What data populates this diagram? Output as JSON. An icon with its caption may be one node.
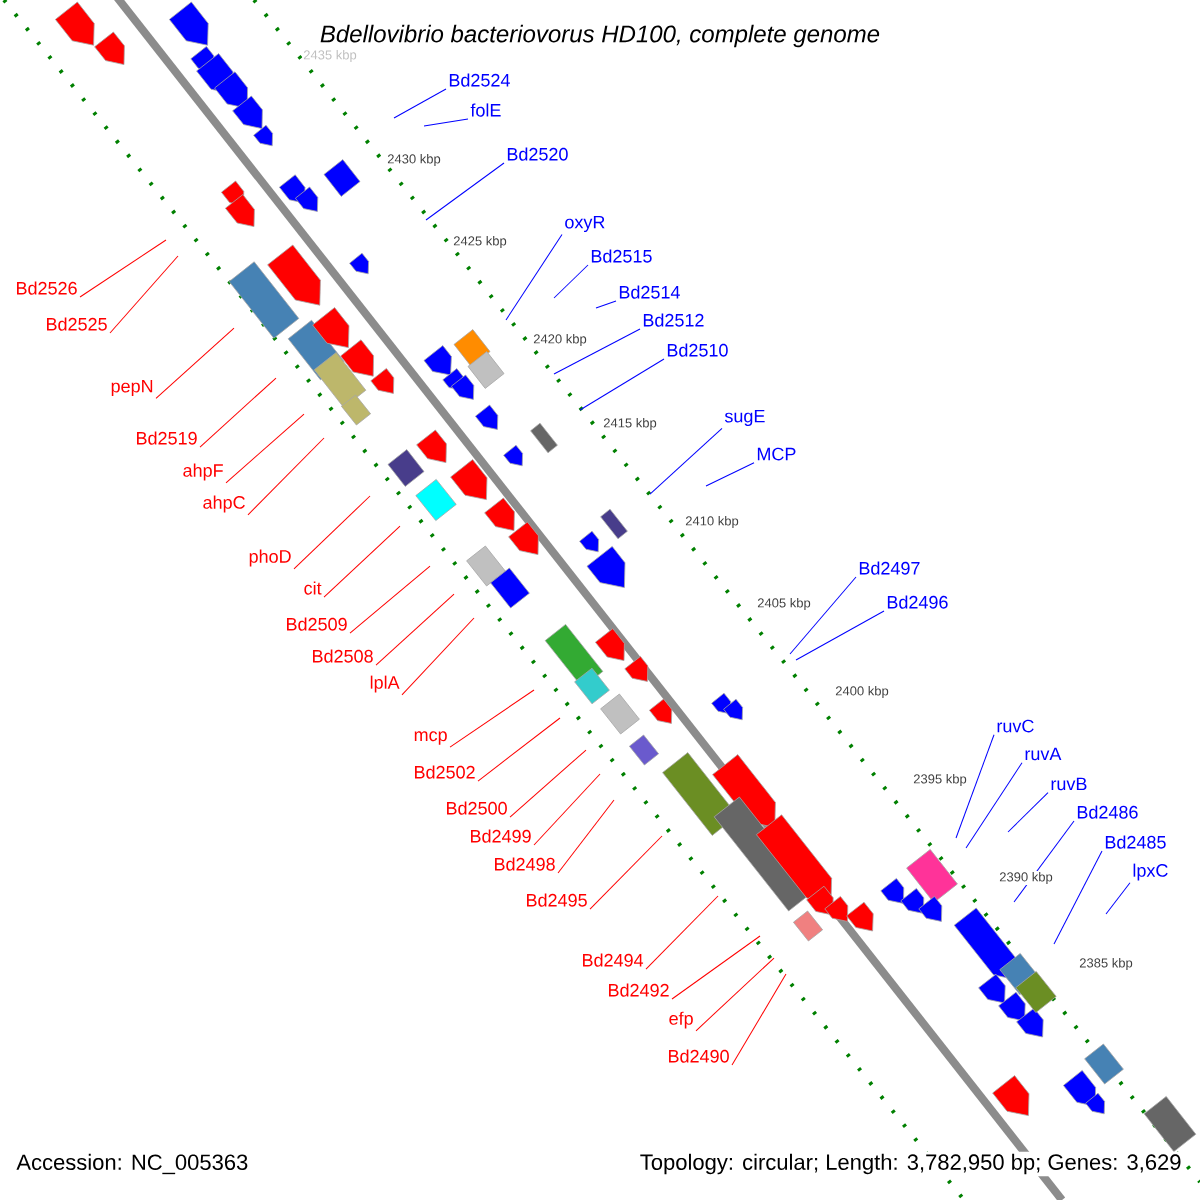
{
  "diagram": {
    "title": "Bdellovibrio bacteriovorus HD100, complete genome",
    "nodes": [
      {
        "text": [
          "Bd2524"
        ]
      },
      {
        "text": [
          "folE"
        ]
      },
      {
        "text": [
          "Bd2520"
        ]
      },
      {
        "text": [
          "oxyR"
        ]
      },
      {
        "text": [
          "Bd2515"
        ]
      },
      {
        "text": [
          "Bd2526"
        ]
      },
      {
        "text": [
          "Bd2514"
        ]
      },
      {
        "text": [
          "Bd2512"
        ]
      },
      {
        "text": [
          "Bd2525"
        ]
      },
      {
        "text": [
          "Bd2510"
        ]
      },
      {
        "text": [
          "pepN"
        ]
      },
      {
        "text": [
          "sugE"
        ]
      },
      {
        "text": [
          "Bd2519"
        ]
      },
      {
        "text": [
          "MCP"
        ]
      },
      {
        "text": [
          "ahpF"
        ]
      },
      {
        "text": [
          "ahpC"
        ]
      },
      {
        "text": [
          "phoD"
        ]
      },
      {
        "text": [
          "Bd2497"
        ]
      },
      {
        "text": [
          "cit"
        ]
      },
      {
        "text": [
          "Bd2496"
        ]
      },
      {
        "text": [
          "Bd2509"
        ]
      },
      {
        "text": [
          "Bd2508"
        ]
      },
      {
        "text": [
          "lplA"
        ]
      },
      {
        "text": [
          "ruvC"
        ]
      },
      {
        "text": [
          "mcp"
        ]
      },
      {
        "text": [
          "ruvA"
        ]
      },
      {
        "text": [
          "Bd2502"
        ]
      },
      {
        "text": [
          "ruvB"
        ]
      },
      {
        "text": [
          "Bd2500"
        ]
      },
      {
        "text": [
          "Bd2486"
        ]
      },
      {
        "text": [
          "Bd2499"
        ]
      },
      {
        "text": [
          "Bd2485"
        ]
      },
      {
        "text": [
          "Bd2498"
        ]
      },
      {
        "text": [
          "lpxC"
        ]
      },
      {
        "text": [
          "Bd2495"
        ]
      },
      {
        "text": [
          "Bd2494"
        ]
      },
      {
        "text": [
          "Bd2492"
        ]
      },
      {
        "text": [
          "efp"
        ]
      },
      {
        "text": [
          "Bd2490"
        ]
      }
    ],
    "edges": [
      {
        "from": 0,
        "to": null,
        "arrow": "none",
        "color": "#0000ff"
      },
      {
        "from": 1,
        "to": null,
        "arrow": "none",
        "color": "#0000ff"
      },
      {
        "from": 2,
        "to": null,
        "arrow": "none",
        "color": "#0000ff"
      },
      {
        "from": 3,
        "to": null,
        "arrow": "none",
        "color": "#0000ff"
      },
      {
        "from": 4,
        "to": null,
        "arrow": "none",
        "color": "#0000ff"
      },
      {
        "from": 5,
        "to": null,
        "arrow": "none"
      },
      {
        "from": 6,
        "to": null,
        "arrow": "none",
        "color": "#0000ff"
      },
      {
        "from": 7,
        "to": null,
        "arrow": "none",
        "color": "#0000ff"
      },
      {
        "from": 8,
        "to": null,
        "arrow": "none"
      },
      {
        "from": 9,
        "to": null,
        "arrow": "none",
        "color": "#0000ff"
      },
      {
        "from": 10,
        "to": null,
        "arrow": "none"
      },
      {
        "from": 11,
        "to": null,
        "arrow": "none",
        "color": "#0000ff"
      },
      {
        "from": 12,
        "to": null,
        "arrow": "none"
      },
      {
        "from": 13,
        "to": null,
        "arrow": "none",
        "color": "#0000ff"
      },
      {
        "from": 14,
        "to": null,
        "arrow": "none"
      },
      {
        "from": 15,
        "to": null,
        "arrow": "none"
      },
      {
        "from": 16,
        "to": null,
        "arrow": "none"
      },
      {
        "from": 17,
        "to": null,
        "arrow": "none",
        "color": "#0000ff"
      },
      {
        "from": 18,
        "to": null,
        "arrow": "none"
      },
      {
        "from": 19,
        "to": null,
        "arrow": "none",
        "color": "#0000ff"
      },
      {
        "from": 20,
        "to": null,
        "arrow": "none"
      },
      {
        "from": 21,
        "to": null,
        "arrow": "none"
      },
      {
        "from": 22,
        "to": null,
        "arrow": "none"
      },
      {
        "from": 23,
        "to": null,
        "arrow": "none",
        "color": "#0000ff"
      },
      {
        "from": 24,
        "to": null,
        "arrow": "none"
      },
      {
        "from": 25,
        "to": null,
        "arrow": "none",
        "color": "#0000ff"
      },
      {
        "from": 26,
        "to": null,
        "arrow": "none"
      },
      {
        "from": 27,
        "to": null,
        "arrow": "none",
        "color": "#0000ff"
      },
      {
        "from": 28,
        "to": null,
        "arrow": "none"
      },
      {
        "from": 29,
        "to": null,
        "arrow": "none",
        "color": "#0000ff"
      },
      {
        "from": 30,
        "to": null,
        "arrow": "none"
      },
      {
        "from": 31,
        "to": null,
        "arrow": "none",
        "color": "#0000ff"
      },
      {
        "from": 32,
        "to": null,
        "arrow": "none"
      },
      {
        "from": 33,
        "to": null,
        "arrow": "none",
        "color": "#0000ff"
      },
      {
        "from": 34,
        "to": null,
        "arrow": "none"
      },
      {
        "from": 35,
        "to": null,
        "arrow": "none"
      },
      {
        "from": 36,
        "to": null,
        "arrow": "none"
      },
      {
        "from": 37,
        "to": null,
        "arrow": "none"
      },
      {
        "from": 38,
        "to": null,
        "arrow": "none"
      }
    ],
    "labels": [
      "2435 kbp",
      "2430 kbp",
      "2425 kbp",
      "2420 kbp",
      "2415 kbp",
      "2410 kbp",
      "2405 kbp",
      "2400 kbp",
      "2395 kbp",
      "2390 kbp",
      "2385 kbp",
      "Accession: NC_005363",
      "Topology: circular; Length: 3,782,950 bp; Genes: 3,629"
    ]
  }
}
